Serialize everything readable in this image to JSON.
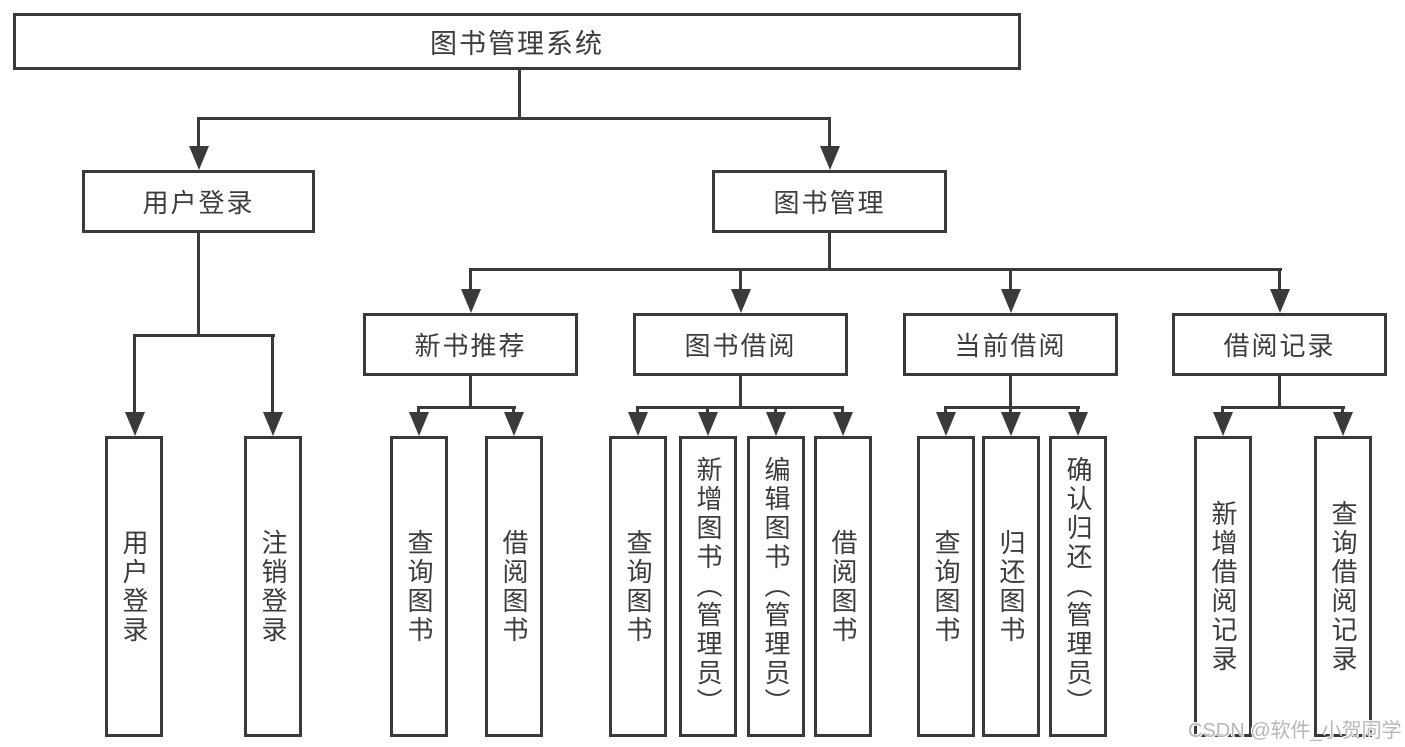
{
  "tree": {
    "label": "图书管理系统",
    "children": [
      {
        "label": "用户登录",
        "children": [
          {
            "label": "用户登录"
          },
          {
            "label": "注销登录"
          }
        ]
      },
      {
        "label": "图书管理",
        "children": [
          {
            "label": "新书推荐",
            "children": [
              {
                "label": "查询图书"
              },
              {
                "label": "借阅图书"
              }
            ]
          },
          {
            "label": "图书借阅",
            "children": [
              {
                "label": "查询图书"
              },
              {
                "label": "新增图书（管理员）"
              },
              {
                "label": "编辑图书（管理员）"
              },
              {
                "label": "借阅图书"
              }
            ]
          },
          {
            "label": "当前借阅",
            "children": [
              {
                "label": "查询图书"
              },
              {
                "label": "归还图书"
              },
              {
                "label": "确认归还（管理员）"
              }
            ]
          },
          {
            "label": "借阅记录",
            "children": [
              {
                "label": "新增借阅记录"
              },
              {
                "label": "查询借阅记录"
              }
            ]
          }
        ]
      }
    ]
  },
  "watermark": {
    "text": "CSDN @软件_小贺同学"
  }
}
